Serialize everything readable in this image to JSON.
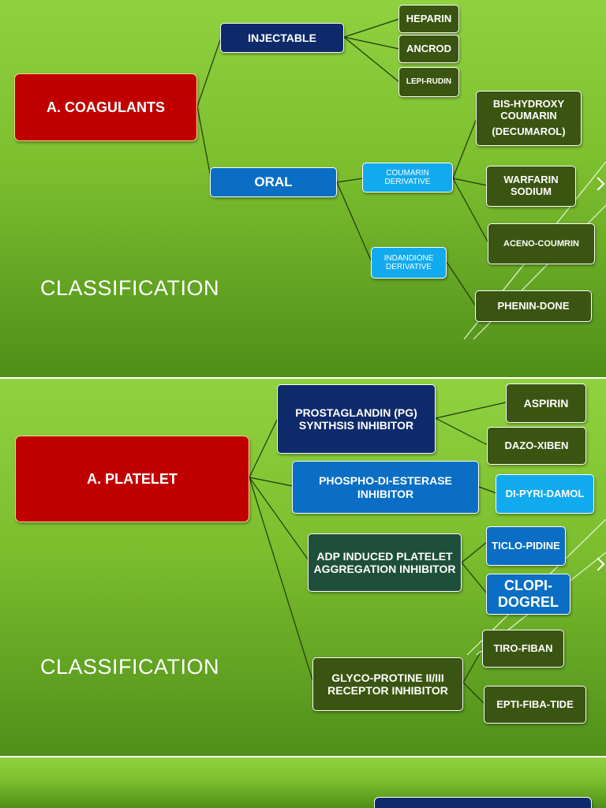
{
  "slide1": {
    "title": "CLASSIFICATION",
    "root": "A. COAGULANTS",
    "injectable": "INJECTABLE",
    "heparin": "HEPARIN",
    "ancrod": "ANCROD",
    "lepirudin": "LEPI-RUDIN",
    "oral": "ORAL",
    "coumarin_derivative": "COUMARIN DERIVATIVE",
    "indandione_derivative": "INDANDIONE DERIVATIVE",
    "bishydroxy": "BIS-HYDROXY COUMARIN",
    "decumarol": "(DECUMAROL)",
    "warfarin": "WARFARIN SODIUM",
    "acenocoumrin": "ACENO-COUMRIN",
    "phenindone": "PHENIN-DONE"
  },
  "slide2": {
    "title": "CLASSIFICATION",
    "root": "A. PLATELET",
    "pg_inhibitor": "PROSTAGLANDIN (PG) SYNTHSIS INHIBITOR",
    "aspirin": "ASPIRIN",
    "dazoxiben": "DAZO-XIBEN",
    "pde_inhibitor": "PHOSPHO-DI-ESTERASE INHIBITOR",
    "dipyridamol": "DI-PYRI-DAMOL",
    "adp_inhibitor": "ADP INDUCED PLATELET AGGREGATION INHIBITOR",
    "ticlopidine": "TICLO-PIDINE",
    "clopidogrel": "CLOPI-DOGREL",
    "gp_inhibitor": "GLYCO-PROTINE II/III RECEPTOR INHIBITOR",
    "tirofiban": "TIRO-FIBAN",
    "eptifibatide": "EPTI-FIBA-TIDE"
  },
  "colors": {
    "background": "#7cbe2e",
    "red": "#c00000",
    "navy": "#0f2a6a",
    "blue": "#0a6fc4",
    "sky": "#12aaee",
    "dark_green": "#3a5511",
    "teal": "#1e4f3a"
  },
  "icons": {
    "slide_chevron": "chevron-right-icon"
  }
}
